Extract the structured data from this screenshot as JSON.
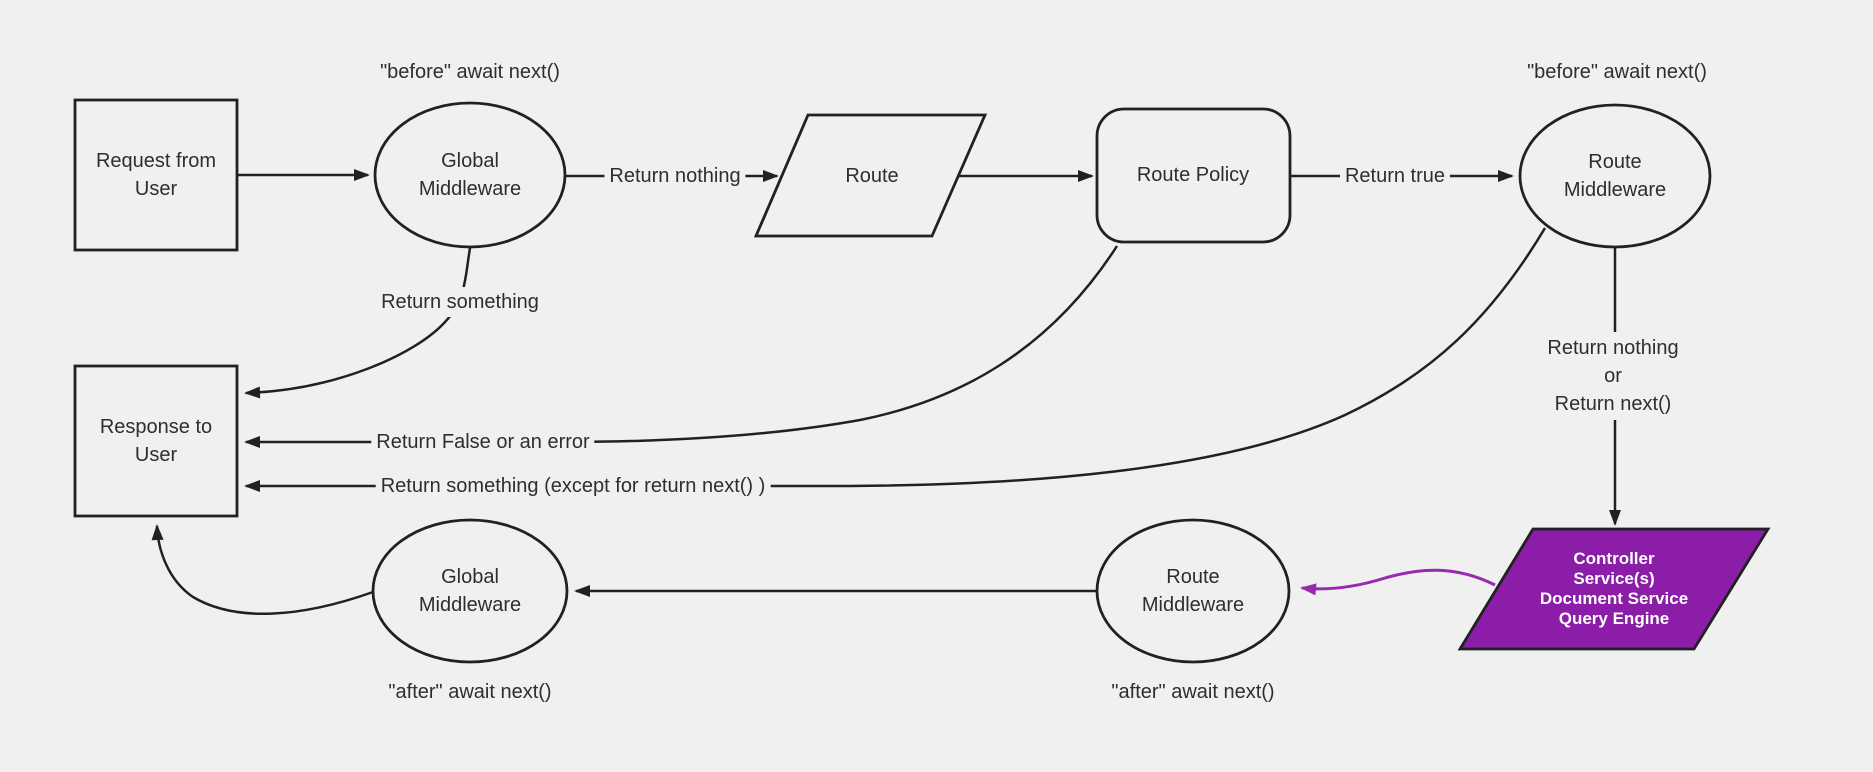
{
  "colors": {
    "background": "#f0f0f0",
    "node_fill": "#f0f0f0",
    "stroke": "#212121",
    "text": "#2e2e2e",
    "controller_fill": "#8b1da8",
    "controller_text": "#ffffff",
    "purple_edge": "#9c27b0"
  },
  "nodes": {
    "request": {
      "label": "Request from\nUser",
      "shape": "rectangle"
    },
    "global_middleware_top": {
      "label": "Global\nMiddleware",
      "shape": "ellipse"
    },
    "route": {
      "label": "Route",
      "shape": "parallelogram"
    },
    "route_policy": {
      "label": "Route Policy",
      "shape": "rounded-rectangle"
    },
    "route_middleware_top": {
      "label": "Route\nMiddleware",
      "shape": "ellipse"
    },
    "controller": {
      "label": "Controller\nService(s)\nDocument Service\nQuery Engine",
      "shape": "parallelogram"
    },
    "route_middleware_bottom": {
      "label": "Route\nMiddleware",
      "shape": "ellipse"
    },
    "global_middleware_bottom": {
      "label": "Global\nMiddleware",
      "shape": "ellipse"
    },
    "response": {
      "label": "Response to\nUser",
      "shape": "rectangle"
    }
  },
  "edge_labels": {
    "before_global": "\"before\" await next()",
    "before_route": "\"before\" await next()",
    "return_nothing": "Return nothing",
    "return_true": "Return true",
    "return_something": "Return something",
    "return_false": "Return False or an error",
    "return_something_except": "Return something (except for return next() )",
    "return_nothing_or_next": "Return nothing\nor\nReturn next()",
    "after_route": "\"after\" await next()",
    "after_global": "\"after\" await next()"
  }
}
